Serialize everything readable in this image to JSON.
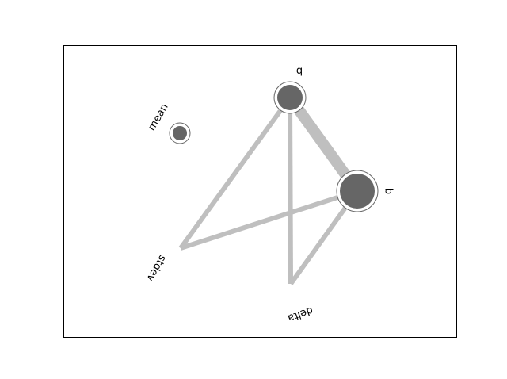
{
  "chart_data": {
    "type": "network",
    "nodes": [
      {
        "id": "b_top",
        "label": "b",
        "size": 3
      },
      {
        "id": "b_right",
        "label": "b",
        "size": 4
      },
      {
        "id": "mean",
        "label": "mean",
        "size": 1
      },
      {
        "id": "stdev",
        "label": "stdev",
        "size": 0
      },
      {
        "id": "delta",
        "label": "delta",
        "size": 0
      }
    ],
    "edges": [
      {
        "source": "b_top",
        "target": "b_right",
        "weight": 3
      },
      {
        "source": "b_top",
        "target": "stdev",
        "weight": 1
      },
      {
        "source": "b_top",
        "target": "delta",
        "weight": 1
      },
      {
        "source": "b_right",
        "target": "stdev",
        "weight": 1
      },
      {
        "source": "b_right",
        "target": "delta",
        "weight": 1
      }
    ]
  },
  "colors": {
    "edge": "#bfbfbf",
    "node_fill": "#666666",
    "node_ring": "#666666",
    "frame": "#000000"
  }
}
